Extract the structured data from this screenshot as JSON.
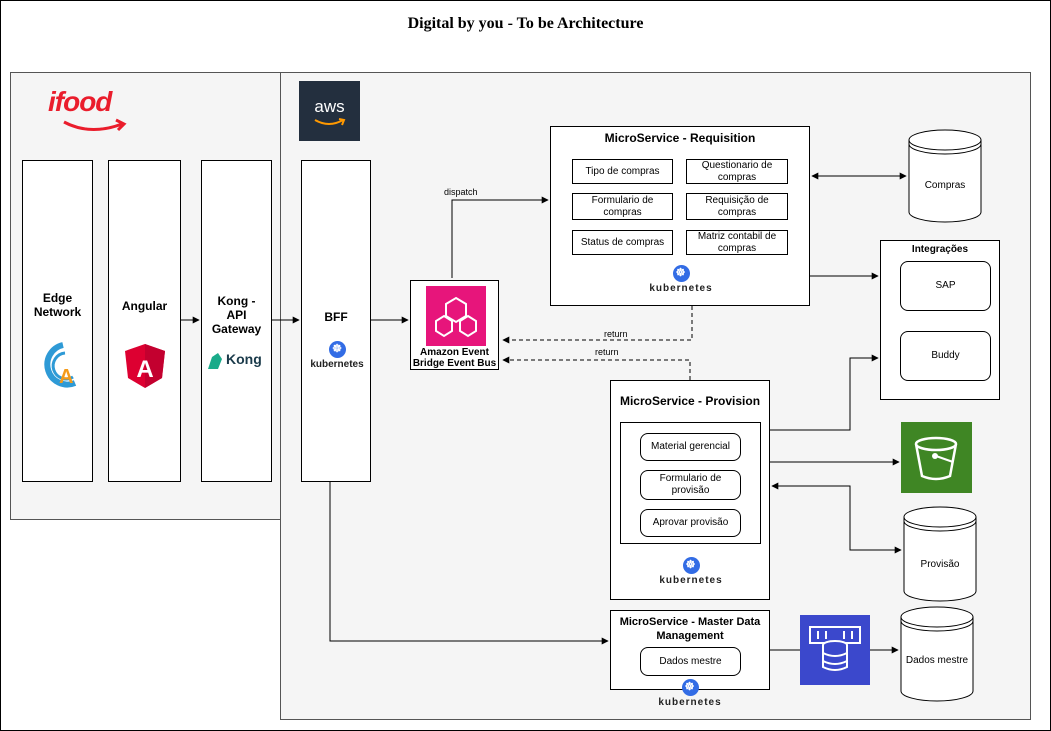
{
  "title": "Digital by you - To be Architecture",
  "logos": {
    "ifood": "ifood",
    "aws": "aws",
    "kong": "Kong",
    "angular": "A",
    "edge": "A"
  },
  "columns": {
    "edge": "Edge Network",
    "angular": "Angular",
    "kong": "Kong - API Gateway",
    "bff": "BFF"
  },
  "kubernetes_label": "kubernetes",
  "event_bus": "Amazon Event Bridge Event Bus",
  "edges": {
    "dispatch": "dispatch",
    "return1": "return",
    "return2": "return"
  },
  "requisition": {
    "title": "MicroService - Requisition",
    "items": [
      "Tipo de compras",
      "Questionario de compras",
      "Formulario de compras",
      "Requisição de compras",
      "Status de compras",
      "Matriz contabil de compras"
    ]
  },
  "provision": {
    "title": "MicroService - Provision",
    "items": [
      "Material gerencial",
      "Formulario de provisão",
      "Aprovar provisão"
    ]
  },
  "mdm": {
    "title": "MicroService - Master Data Management",
    "items": [
      "Dados mestre"
    ]
  },
  "integrations": {
    "title": "Integrações",
    "items": [
      "SAP",
      "Buddy"
    ]
  },
  "databases": {
    "compras": "Compras",
    "provisao": "Provisão",
    "dados_mestre": "Dados mestre"
  },
  "colors": {
    "ifood_red": "#ea1d2c",
    "aws_dark": "#232f3e",
    "eventbridge": "#e7157b",
    "s3_green": "#3f8624",
    "rds_blue": "#3b48cc",
    "k8s_blue": "#326ce5"
  }
}
